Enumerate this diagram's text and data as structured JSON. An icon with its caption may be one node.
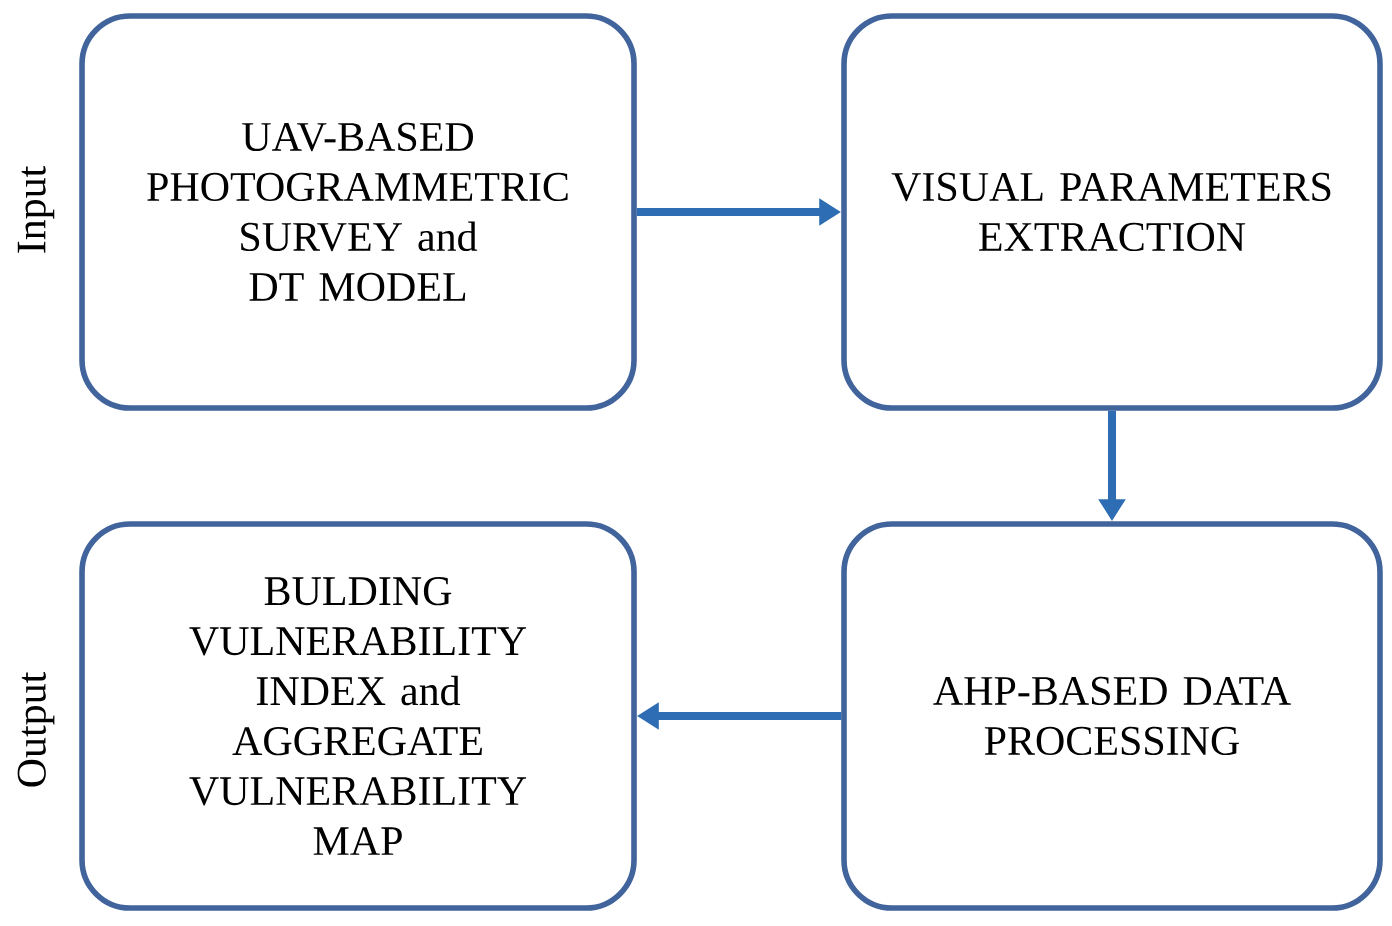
{
  "diagram": {
    "nodes": [
      {
        "text": [
          "UAV-BASED PHOTOGRAMMETRIC SURVEY and DT MODEL"
        ]
      },
      {
        "text": [
          "VISUAL PARAMETERS EXTRACTION"
        ]
      },
      {
        "text": [
          "BULDING VULNERABILITY INDEX and AGGREGATE VULNERABILITY MAP"
        ]
      },
      {
        "text": [
          "AHP-BASED DATA PROCESSING"
        ]
      }
    ],
    "edges": [
      {
        "from": 0,
        "to": 1,
        "arrow": "to"
      },
      {
        "from": 1,
        "to": 3,
        "arrow": "to"
      },
      {
        "from": 3,
        "to": 2,
        "arrow": "to"
      }
    ],
    "labels": [
      "Input",
      "Output"
    ]
  }
}
